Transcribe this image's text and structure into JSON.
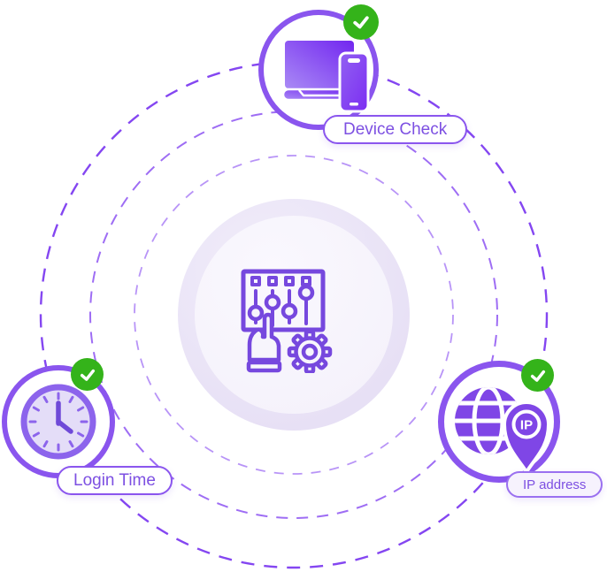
{
  "diagram_name": "account-verification-rings",
  "center_node": {
    "icon": "control-panel-hand-gear-icon"
  },
  "nodes": [
    {
      "id": "device-check",
      "label": "Device Check",
      "icon": "laptop-phone-icon",
      "verified": true
    },
    {
      "id": "login-time",
      "label": "Login Time",
      "icon": "clock-icon",
      "verified": true
    },
    {
      "id": "ip-address",
      "label": "IP address",
      "icon": "globe-location-pin-icon",
      "pin_text": "IP",
      "verified": true
    }
  ],
  "colors": {
    "accent_purple_border": "#8a55ee",
    "label_text_purple": "#7d50e2",
    "orbit_dash_purple": "#7d3cf0",
    "icon_stroke_purple": "#7648de",
    "solid_icon_purple": "#7f46e6",
    "success_green": "#34b31a",
    "center_ring": "#e8e2f6",
    "center_face": "#f7f5fc"
  },
  "orbit_ring_count": 3
}
